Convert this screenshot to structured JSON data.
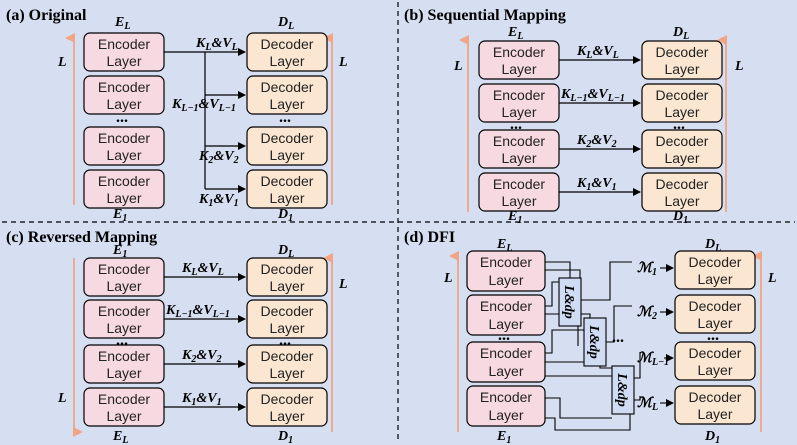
{
  "colors": {
    "background": "#d6def1",
    "encoder_fill": "#f7d9e1",
    "decoder_fill": "#fbe7d1",
    "arrow_orange": "#f2a582",
    "adapter_fill": "#cfdcf3"
  },
  "encoder": {
    "line1": "Encoder",
    "line2": "Layer"
  },
  "decoder": {
    "line1": "Decoder",
    "line2": "Layer"
  },
  "dots": "...",
  "panel_a": {
    "title": "(a) Original",
    "top_enc": "E_L",
    "bottom_enc": "E_1",
    "top_dec": "D_L",
    "bottom_dec": "D_1",
    "side": "L",
    "kv_top": "K_L&V_L",
    "kv_mid": "K_{L−1}&V_{L−1}",
    "kv_2": "K_2&V_2",
    "kv_1": "K_1&V_1"
  },
  "panel_b": {
    "title": "(b) Sequential Mapping",
    "top_enc": "E_L",
    "bottom_enc": "E_1",
    "top_dec": "D_L",
    "bottom_dec": "D_1",
    "side": "L",
    "kv": [
      "K_L&V_L",
      "K_{L−1}&V_{L−1}",
      "K_2&V_2",
      "K_1&V_1"
    ]
  },
  "panel_c": {
    "title": "(c) Reversed Mapping",
    "top_enc": "E_1",
    "bottom_enc": "E_L",
    "top_dec": "D_L",
    "bottom_dec": "D_1",
    "side": "L",
    "kv": [
      "K_L&V_L",
      "K_{L−1}&V_{L−1}",
      "K_2&V_2",
      "K_1&V_1"
    ]
  },
  "panel_d": {
    "title": "(d) DFI",
    "top_enc": "E_L",
    "bottom_enc": "E_1",
    "top_dec": "D_L",
    "bottom_dec": "D_1",
    "side": "L",
    "adapter": "L&dp",
    "m_labels": [
      "M_1",
      "M_2",
      "M_{L−1}",
      "M_L"
    ]
  }
}
